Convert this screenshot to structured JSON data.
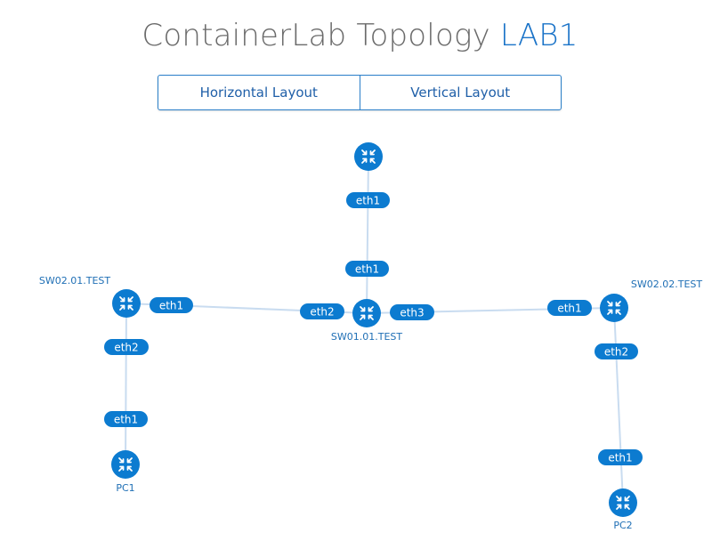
{
  "header": {
    "title_prefix": "ContainerLab Topology",
    "title_lab": "LAB1"
  },
  "layout_buttons": {
    "horizontal": "Horizontal Layout",
    "vertical": "Vertical Layout"
  },
  "colors": {
    "node": "#0c7bd0",
    "iface": "#0c7bd0",
    "link": "#c9dcf0",
    "accent": "#1a73c8"
  },
  "nodes": [
    {
      "id": "top",
      "label": ""
    },
    {
      "id": "sw0101",
      "label": "SW01.01.TEST"
    },
    {
      "id": "sw0201",
      "label": "SW02.01.TEST"
    },
    {
      "id": "sw0202",
      "label": "SW02.02.TEST"
    },
    {
      "id": "pc1",
      "label": "PC1"
    },
    {
      "id": "pc2",
      "label": "PC2"
    }
  ],
  "links": [
    {
      "a": "top",
      "b": "sw0101",
      "a_iface": "eth1",
      "b_iface": "eth1"
    },
    {
      "a": "sw0201",
      "b": "sw0101",
      "a_iface": "eth1",
      "b_iface": "eth2"
    },
    {
      "a": "sw0101",
      "b": "sw0202",
      "a_iface": "eth3",
      "b_iface": "eth1"
    },
    {
      "a": "sw0201",
      "b": "pc1",
      "a_iface": "eth2",
      "b_iface": "eth1"
    },
    {
      "a": "sw0202",
      "b": "pc2",
      "a_iface": "eth2",
      "b_iface": "eth1"
    }
  ]
}
